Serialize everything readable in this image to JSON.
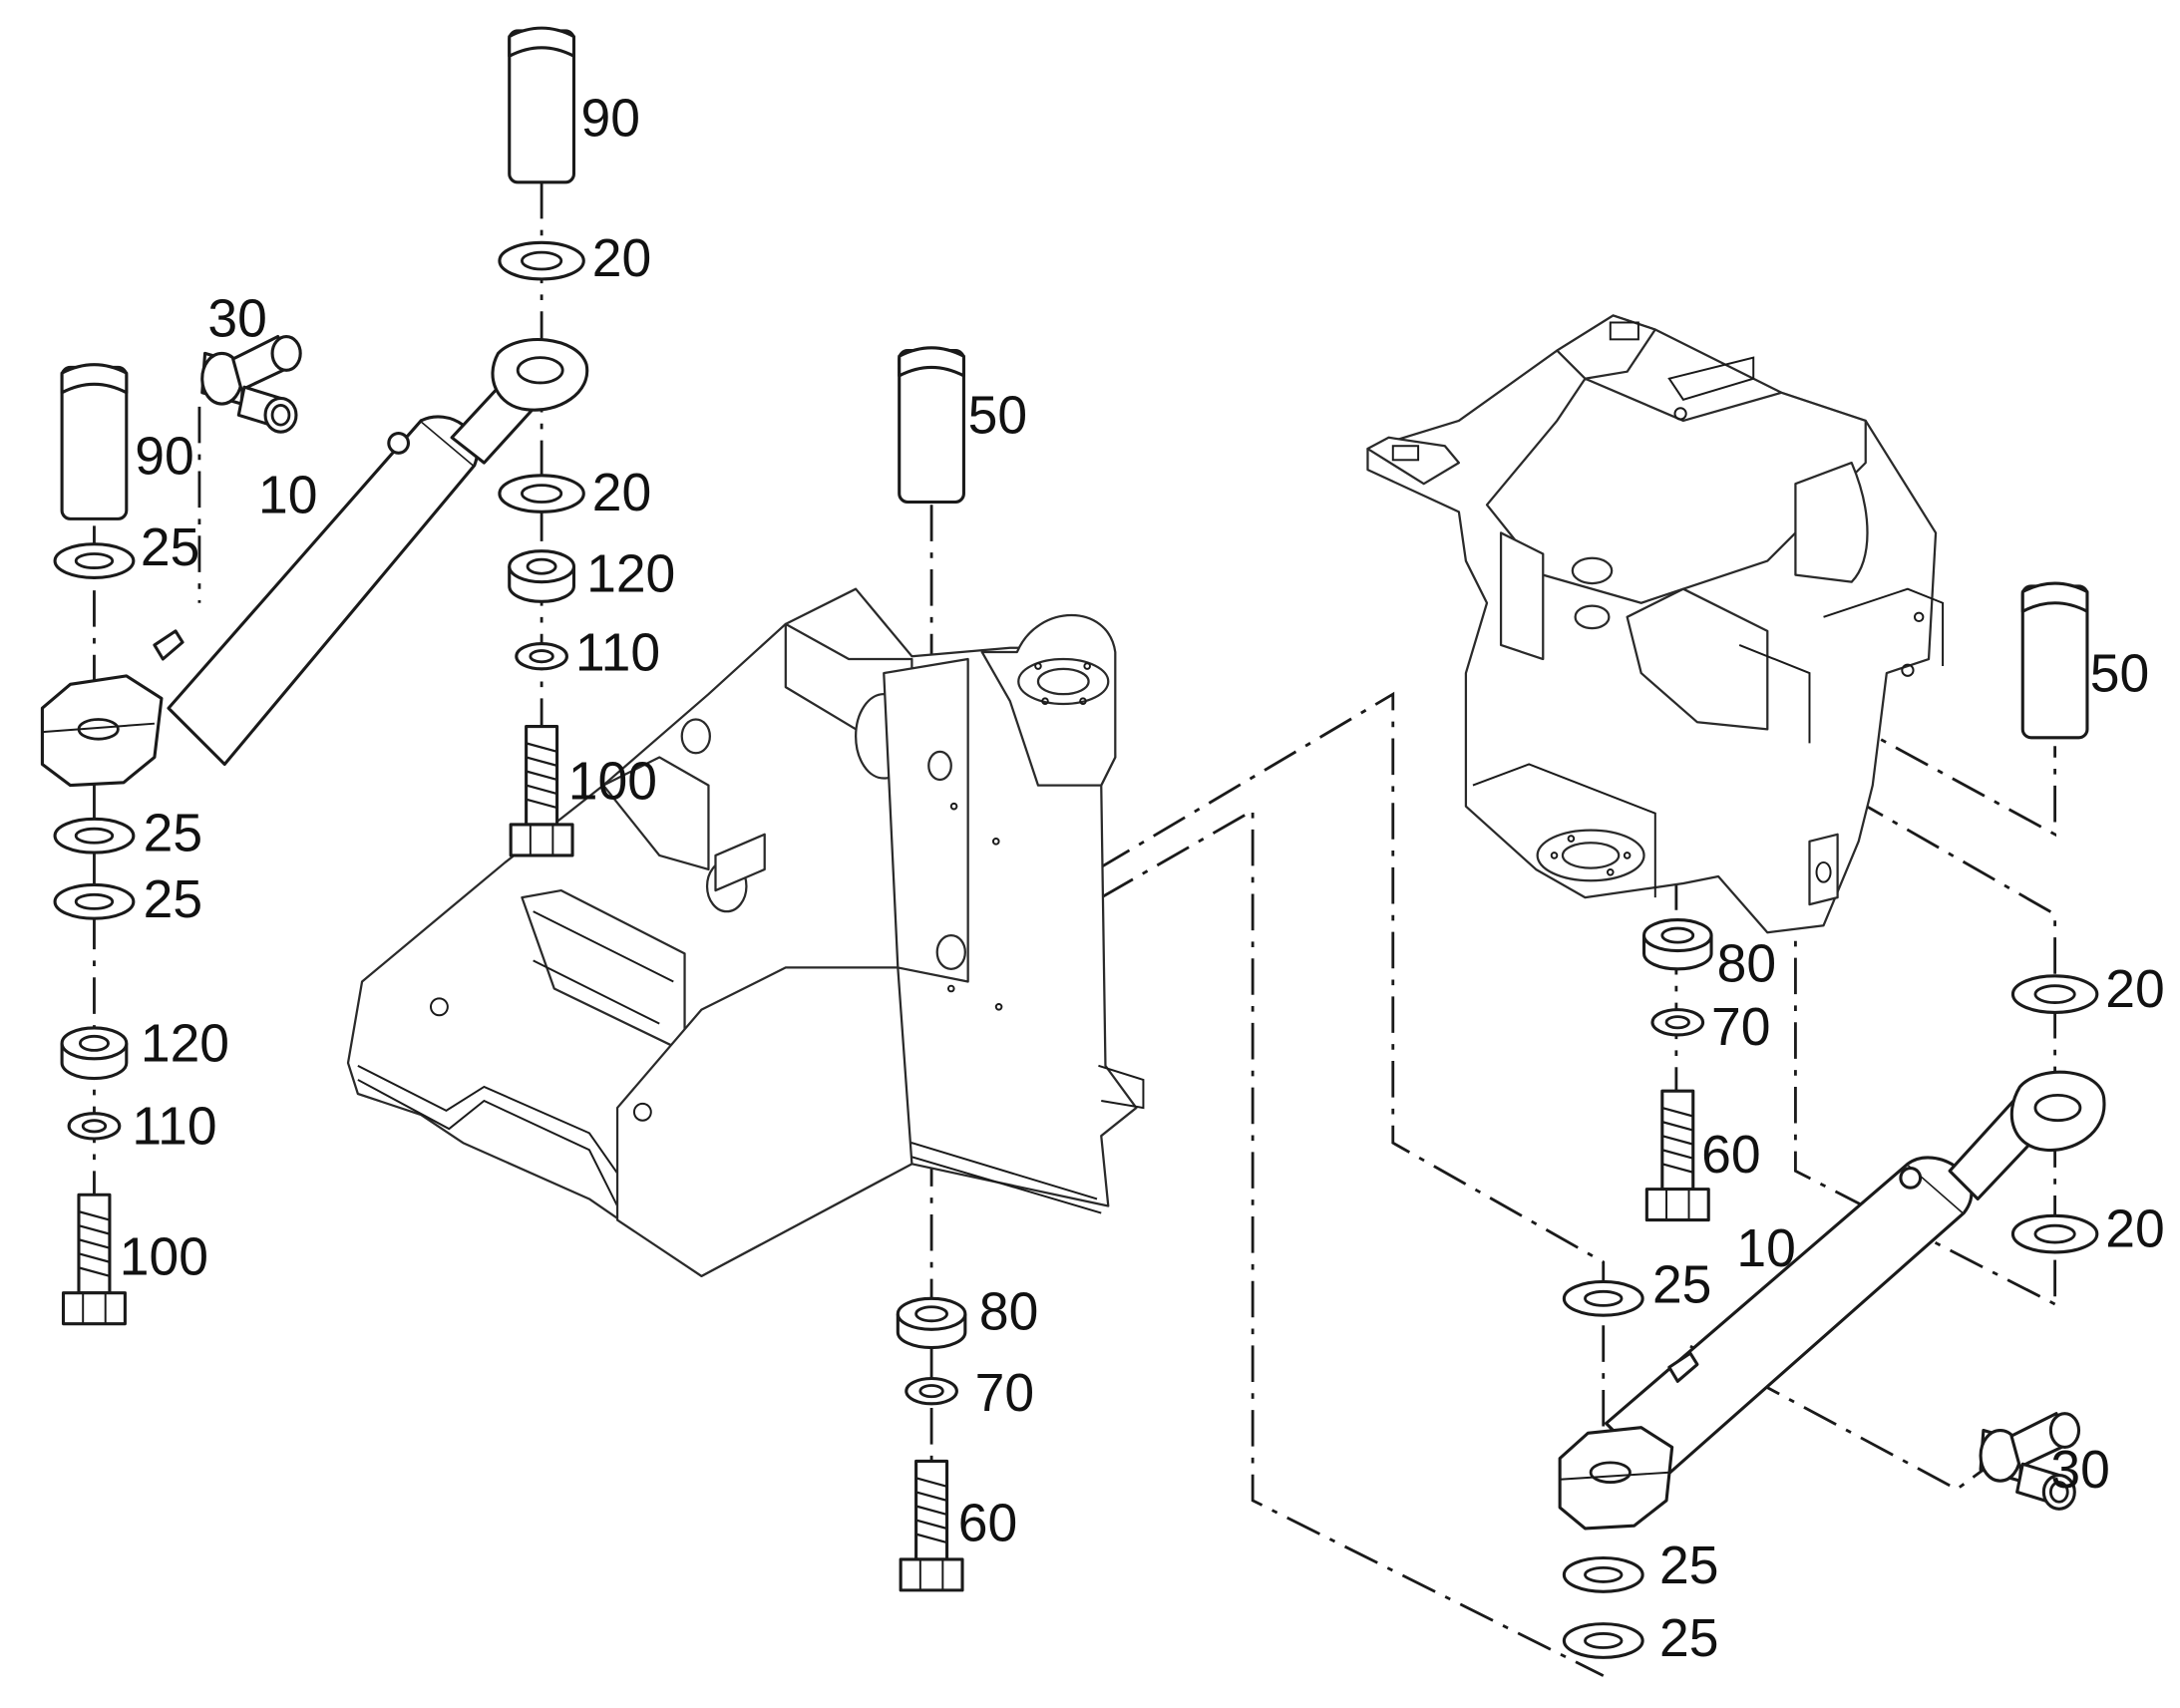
{
  "callouts": {
    "c90_top": "90",
    "c20_a": "20",
    "c30_left": "30",
    "c90_left": "90",
    "c10_left": "10",
    "c20_b": "20",
    "c25_a": "25",
    "c120_a": "120",
    "c110_a": "110",
    "c100_a": "100",
    "c25_b": "25",
    "c25_c": "25",
    "c120_b": "120",
    "c110_b": "110",
    "c100_b": "100",
    "c50_mid": "50",
    "c80_mid": "80",
    "c70_mid": "70",
    "c60_mid": "60",
    "c50_right": "50",
    "c80_right": "80",
    "c70_right": "70",
    "c60_right": "60",
    "c20_c": "20",
    "c20_d": "20",
    "c10_right": "10",
    "c25_d": "25",
    "c30_right": "30",
    "c25_e": "25",
    "c25_f": "25"
  }
}
